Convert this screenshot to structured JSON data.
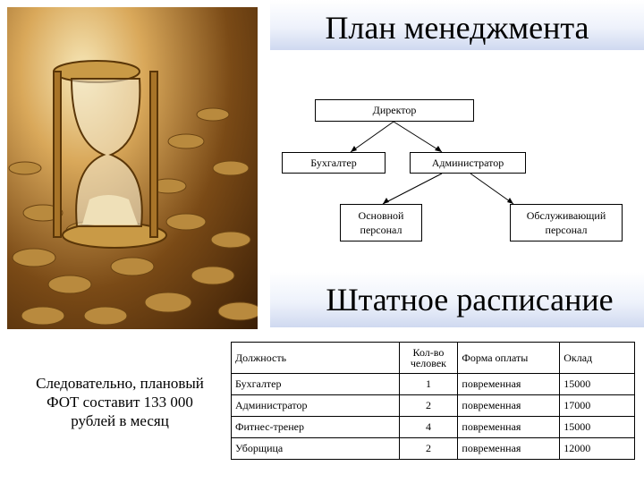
{
  "title": "План менеджмента",
  "org_chart": {
    "director": "Директор",
    "accountant": "Бухгалтер",
    "administrator": "Администратор",
    "main_staff_line1": "Основной",
    "main_staff_line2": "персонал",
    "service_staff_line1": "Обслуживающий",
    "service_staff_line2": "персонал"
  },
  "staffing": {
    "title": "Штатное расписание",
    "headers": {
      "position": "Должность",
      "count_line1": "Кол-во",
      "count_line2": "человек",
      "payment": "Форма оплаты",
      "salary": "Оклад"
    },
    "rows": [
      {
        "position": "Бухгалтер",
        "count": "1",
        "payment": "повременная",
        "salary": "15000"
      },
      {
        "position": "Администратор",
        "count": "2",
        "payment": "повременная",
        "salary": "17000"
      },
      {
        "position": "Фитнес-тренер",
        "count": "4",
        "payment": "повременная",
        "salary": "15000"
      },
      {
        "position": "Уборщица",
        "count": "2",
        "payment": "повременная",
        "salary": "12000"
      }
    ]
  },
  "conclusion": {
    "line1": "Следовательно, плановый",
    "line2": "ФОТ составит 133 000",
    "line3": "рублей в месяц"
  },
  "image": {
    "icon": "hourglass-on-coins-photo"
  }
}
